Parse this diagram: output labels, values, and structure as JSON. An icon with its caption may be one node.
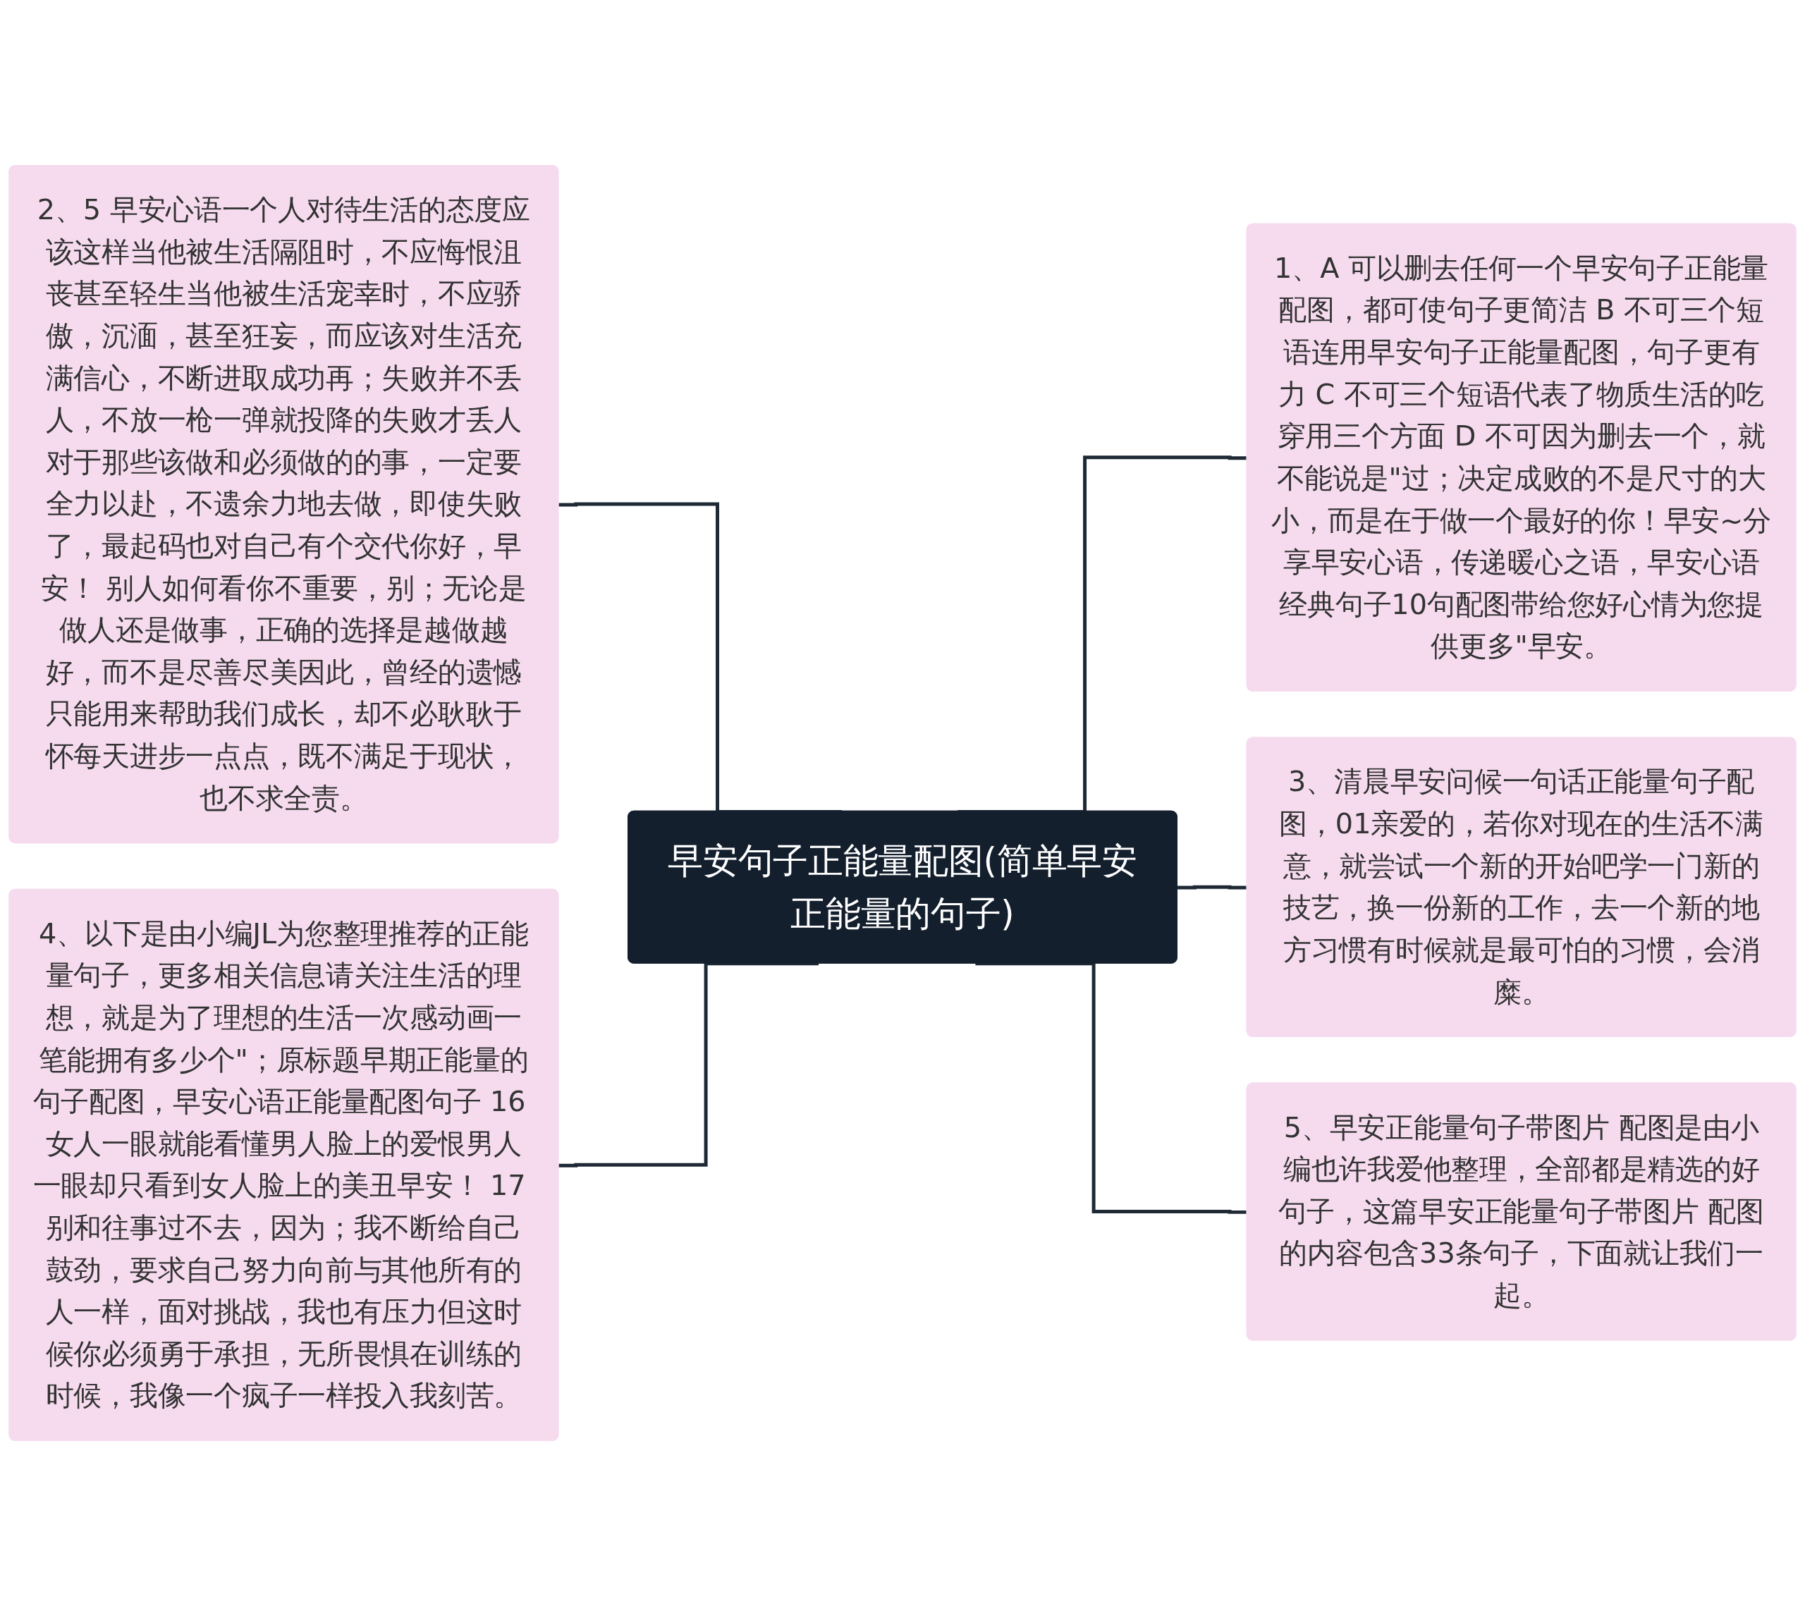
{
  "diagram": {
    "nodes": [
      {
        "text": [
          "早安句子正能量配图(简单早安正能量的句子)"
        ]
      },
      {
        "text": [
          "2、5 早安心语一个人对待生活的态度应该这样当他被生活隔阻时，不应悔恨沮丧甚至轻生当他被生活宠幸时，不应骄傲，沉湎，甚至狂妄，而应该对生活充满信心，不断进取成功再；失败并不丢人，不放一枪一弹就投降的失败才丢人对于那些该做和必须做的的事，一定要全力以赴，不遗余力地去做，即使失败了，最起码也对自己有个交代你好，早安！ 别人如何看你不重要，别；无论是做人还是做事，正确的选择是越做越好，而不是尽善尽美因此，曾经的遗憾只能用来帮助我们成长，却不必耿耿于怀每天进步一点点，既不满足于现状，也不求全责。"
        ]
      },
      {
        "text": [
          "4、以下是由小编JL为您整理推荐的正能量句子，更多相关信息请关注生活的理想，就是为了理想的生活一次感动画一笔能拥有多少个\"；原标题早期正能量的句子配图，早安心语正能量配图句子 16 女人一眼就能看懂男人脸上的爱恨男人一眼却只看到女人脸上的美丑早安！ 17 别和往事过不去，因为；我不断给自己鼓劲，要求自己努力向前与其他所有的人一样，面对挑战，我也有压力但这时候你必须勇于承担，无所畏惧在训练的时候，我像一个疯子一样投入我刻苦。"
        ]
      },
      {
        "text": [
          "1、A 可以删去任何一个早安句子正能量配图，都可使句子更简洁 B 不可三个短语连用早安句子正能量配图，句子更有力 C 不可三个短语代表了物质生活的吃穿用三个方面 D 不可因为删去一个，就不能说是\"过；决定成败的不是尺寸的大小，而是在于做一个最好的你！早安~分享早安心语，传递暖心之语，早安心语经典句子10句配图带给您好心情为您提供更多\"早安。"
        ]
      },
      {
        "text": [
          "3、清晨早安问候一句话正能量句子配图，01亲爱的，若你对现在的生活不满意，就尝试一个新的开始吧学一门新的技艺，换一份新的工作，去一个新的地方习惯有时候就是最可怕的习惯，会消糜。"
        ]
      },
      {
        "text": [
          "5、早安正能量句子带图片 配图是由小编也许我爱他整理，全部都是精选的好句子，这篇早安正能量句子带图片 配图的内容包含33条句子，下面就让我们一起。"
        ]
      }
    ],
    "edges": [
      {
        "from": 0,
        "to": 1,
        "arrow": "none"
      },
      {
        "from": 0,
        "to": 2,
        "arrow": "none"
      },
      {
        "from": 0,
        "to": 3,
        "arrow": "none"
      },
      {
        "from": 0,
        "to": 4,
        "arrow": "none"
      },
      {
        "from": 0,
        "to": 5,
        "arrow": "none"
      }
    ]
  }
}
